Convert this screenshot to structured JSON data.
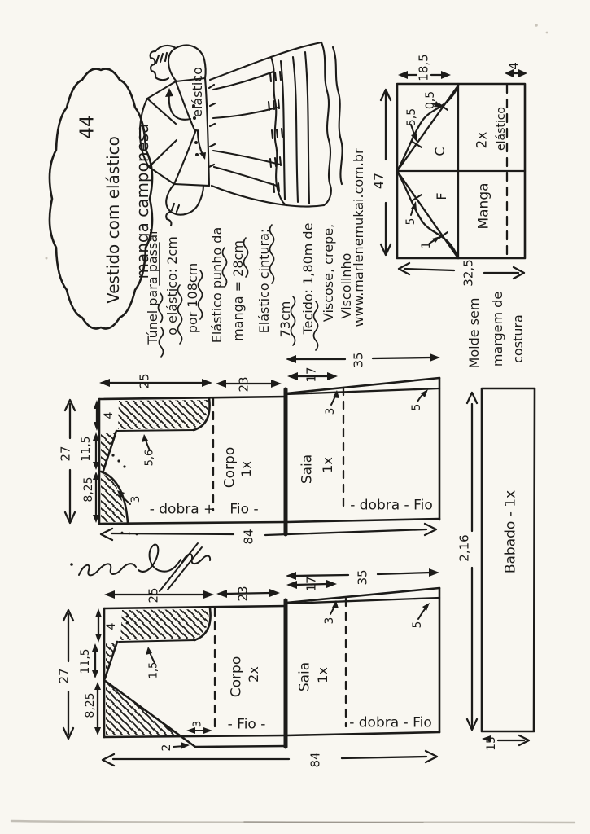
{
  "title": {
    "line1": "Vestido com elástico",
    "line2": "manga camponesa",
    "size": "44"
  },
  "sketch": {
    "elastic_label": "elástico"
  },
  "specs": {
    "lines": [
      "Túnel para passar",
      "o elástico: 2cm",
      "por 108cm",
      "Elástico punho da",
      "manga = 28cm",
      "Elástico cintura:",
      "73cm",
      "Tecido: 1,80m de",
      "Viscose, crepe,",
      "Viscolinho"
    ],
    "url": "www.marlenemukai.com.br"
  },
  "sleeve": {
    "label": "Manga",
    "quantity": "2x",
    "front_mark": "F",
    "back_mark": "C",
    "elastic_label": "elástico",
    "width": "47",
    "cap_height": "18,5",
    "hem_band": "4",
    "length": "32,5",
    "back_notch": "5,5",
    "back_corner": "0,5",
    "front_notch": "5",
    "front_corner": "1"
  },
  "back_piece": {
    "body_label": "Corpo",
    "body_qty": "1x",
    "skirt_label": "Saia",
    "skirt_qty": "1x",
    "seg1": "25",
    "seg2": "23",
    "seg3": "17",
    "seg4": "35",
    "height": "27",
    "shoulder_drop": "4",
    "armhole": "11,5",
    "neck_depth": "8,25",
    "neck_width": "5,6",
    "neck_curve": "3",
    "skirt_rise": "3",
    "hem_flare": "5",
    "length": "84",
    "fold_text": "- dobra +",
    "grain_text": "Fio -",
    "skirt_grain_text": "- dobra - Fio"
  },
  "front_piece": {
    "body_label": "Corpo",
    "body_qty": "2x",
    "skirt_label": "Saia",
    "skirt_qty": "1x",
    "seg1": "25",
    "seg2": "23",
    "seg3": "17",
    "seg4": "35",
    "height": "27",
    "shoulder_drop": "4",
    "armhole": "11,5",
    "neck_depth": "8,25",
    "neck_width": "1,5",
    "front_drop": "2",
    "waist_notch": "3",
    "skirt_rise": "3",
    "hem_flare": "5",
    "length": "84",
    "grain_text": "- Fio -",
    "skirt_grain_text": "- dobra - Fio"
  },
  "ruffle": {
    "label": "Babado - 1x",
    "length": "2,16",
    "width": "15"
  },
  "note": {
    "line1": "Molde sem",
    "line2": "margem de",
    "line3": "costura"
  }
}
